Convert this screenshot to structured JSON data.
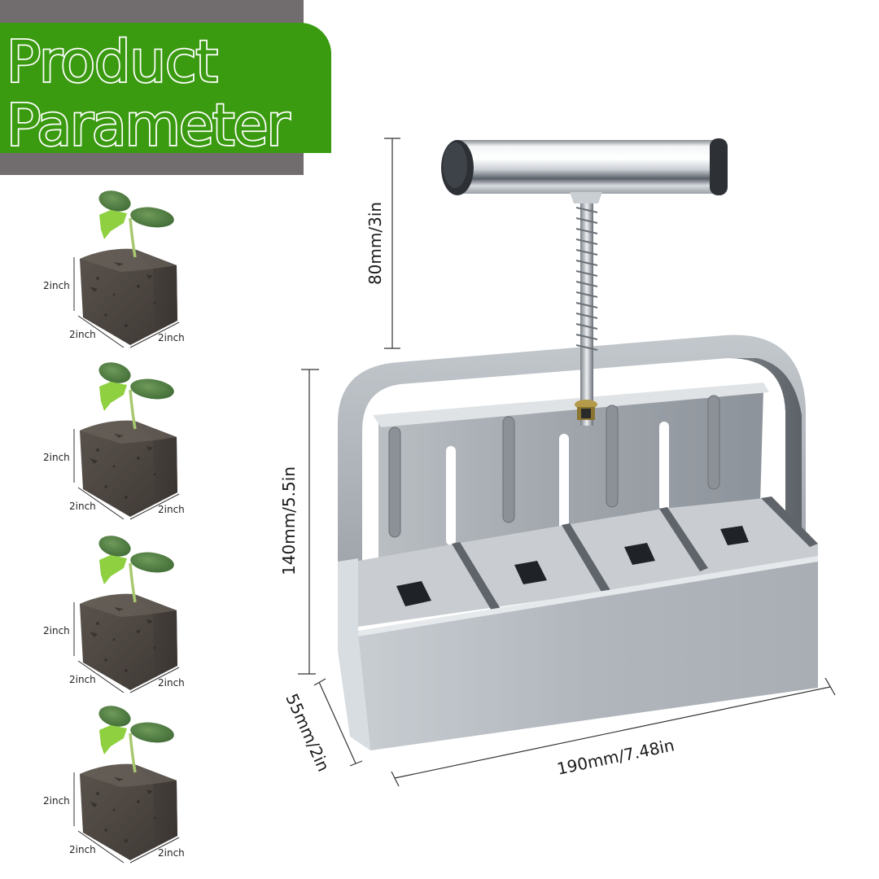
{
  "header": {
    "title_line1": "Product",
    "title_line2": "Parameter",
    "colors": {
      "banner_green": "#3a9a10",
      "band_gray": "#716d6e",
      "text_outline": "#ffffff"
    }
  },
  "soil_cubes": [
    {
      "height_label": "2inch",
      "depth_label": "2inch",
      "width_label": "2inch"
    },
    {
      "height_label": "2inch",
      "depth_label": "2inch",
      "width_label": "2inch"
    },
    {
      "height_label": "2inch",
      "depth_label": "2inch",
      "width_label": "2inch"
    },
    {
      "height_label": "2inch",
      "depth_label": "2inch",
      "width_label": "2inch"
    }
  ],
  "tool_dimensions": {
    "handle_height": "80mm/3in",
    "body_height": "140mm/5.5in",
    "depth": "55mm/2in",
    "width": "190mm/7.48in"
  }
}
